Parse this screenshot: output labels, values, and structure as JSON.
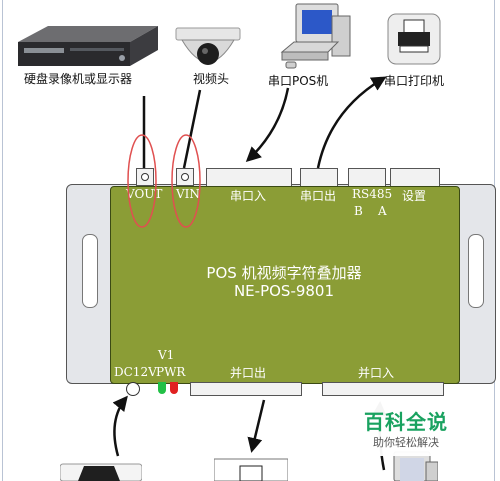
{
  "devices": {
    "dvr_label": "硬盘录像机或显示器",
    "camera_label": "视频头",
    "pc_label": "串口POS机",
    "printer_label": "串口打印机"
  },
  "board": {
    "title": "POS 机视频字符叠加器",
    "model": "NE-POS-9801",
    "top_ports": {
      "vout": "VOUT",
      "vin": "VIN",
      "serial_in": "串口入",
      "serial_out": "串口出",
      "rs485": "RS485",
      "rs485_b": "B",
      "rs485_a": "A",
      "settings": "设置"
    },
    "bottom_ports": {
      "dc": "DC12V",
      "v1": "V1",
      "pwr": "PWR",
      "parallel_out": "并口出",
      "parallel_in": "并口入"
    }
  },
  "watermark": {
    "title": "百科全说",
    "subtitle": "助你轻松解决"
  },
  "colors": {
    "board": "#8b9d36",
    "highlight_circle": "#e05050",
    "led_green": "#22c046",
    "led_red": "#e02020"
  }
}
